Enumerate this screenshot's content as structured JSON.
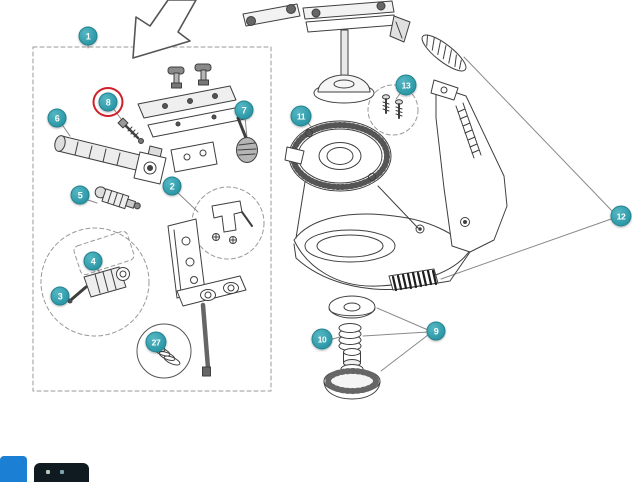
{
  "diagram": {
    "callouts": {
      "c1": "1",
      "c2": "2",
      "c3": "3",
      "c4": "4",
      "c5": "5",
      "c6": "6",
      "c7": "7",
      "c8": "8",
      "c9": "9",
      "c10": "10",
      "c11": "11",
      "c12": "12",
      "c13": "13",
      "c27": "27"
    },
    "highlighted_callout": "8",
    "colors": {
      "callout_fill": "#2f9fae",
      "callout_text": "#ffffff",
      "highlight_ring": "#ce2029",
      "line_art": "#3f3f3f",
      "dashed_guides": "#999999",
      "bottom_blue_button": "#1b7fd4",
      "bottom_dark_button": "#101b21"
    }
  }
}
